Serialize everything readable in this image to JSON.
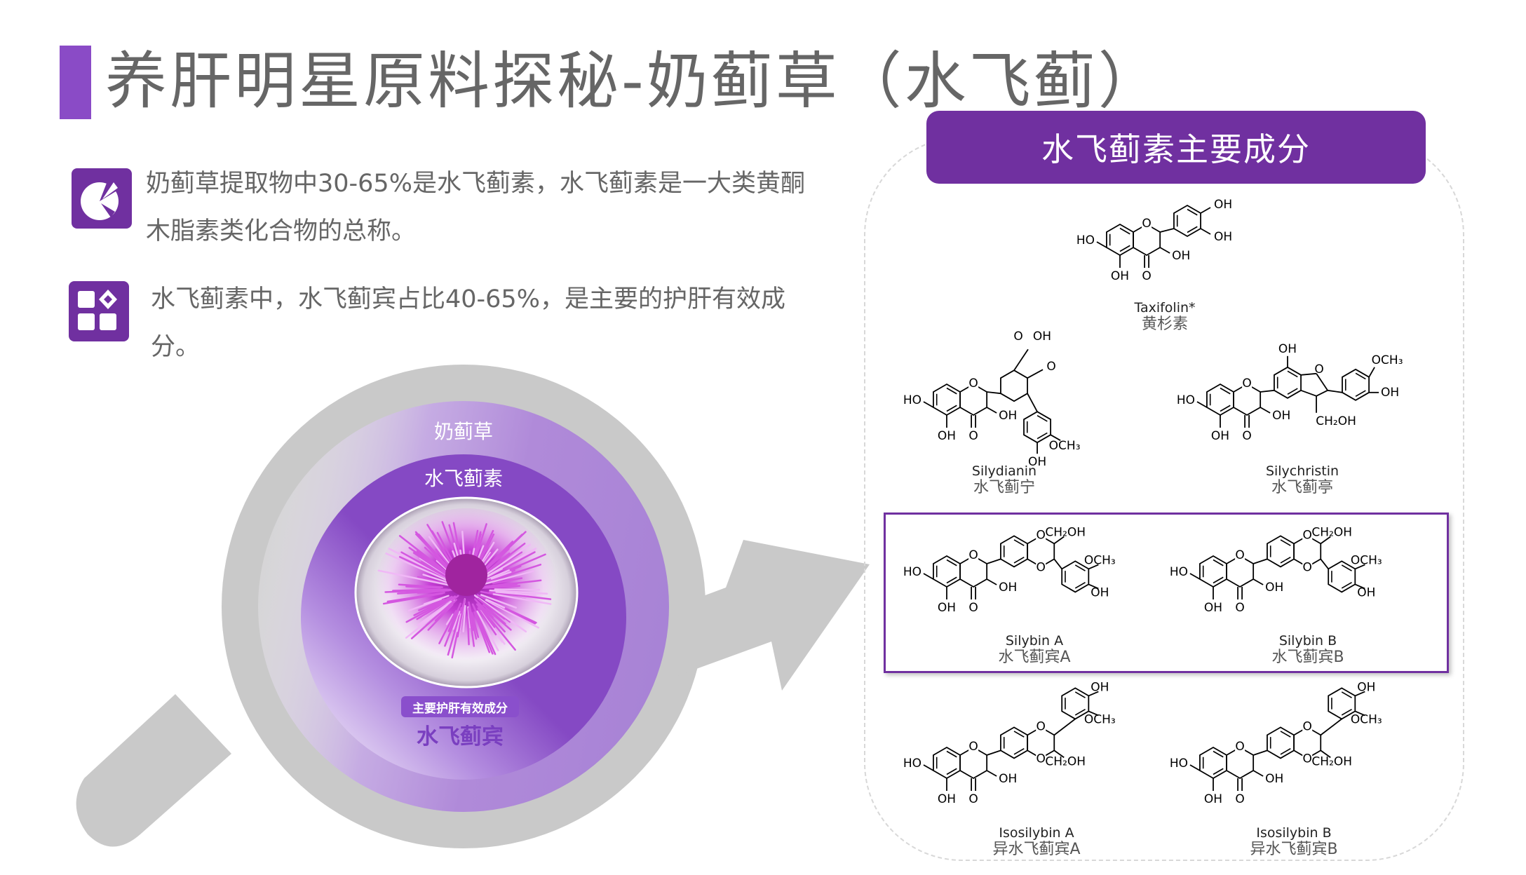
{
  "title": "养肝明星原料探秘-奶蓟草（水飞蓟）",
  "points": [
    {
      "icon": "pie-chart-icon",
      "text": "奶蓟草提取物中30-65%是水飞蓟素，水飞蓟素是一大类黄酮木脂素类化合物的总称。"
    },
    {
      "icon": "grid-icon",
      "text": "水飞蓟素中，水飞蓟宾占比40-65%，是主要的护肝有效成分。"
    }
  ],
  "diagram": {
    "outer_label": "奶蓟草",
    "middle_label": "水飞蓟素",
    "badge": "主要护肝有效成分",
    "core_label": "水飞蓟宾"
  },
  "panel": {
    "header": "水飞蓟素主要成分",
    "molecules": [
      {
        "name": "Taxifolin*",
        "cn": "黄杉素",
        "atoms": [
          "HO",
          "O",
          "OH",
          "O",
          "OH",
          "OH",
          "OH"
        ]
      },
      {
        "name": "Silydianin",
        "cn": "水飞蓟宁",
        "atoms": [
          "HO",
          "O",
          "OH",
          "O",
          "OH",
          "O",
          "OH",
          "O",
          "OCH₃",
          "OH"
        ]
      },
      {
        "name": "Silychristin",
        "cn": "水飞蓟亭",
        "atoms": [
          "HO",
          "O",
          "OH",
          "O",
          "OH",
          "OH",
          "O",
          "CH₂OH",
          "OCH₃",
          "OH"
        ]
      },
      {
        "name": "Silybin A",
        "cn": "水飞蓟宾A",
        "atoms": [
          "HO",
          "O",
          "OH",
          "O",
          "OH",
          "O",
          "O",
          "CH₂OH",
          "OCH₃",
          "OH"
        ]
      },
      {
        "name": "Silybin B",
        "cn": "水飞蓟宾B",
        "atoms": [
          "HO",
          "O",
          "OH",
          "O",
          "OH",
          "O",
          "O",
          "CH₂OH",
          "OCH₃",
          "OH"
        ]
      },
      {
        "name": "Isosilybin A",
        "cn": "异水飞蓟宾A",
        "atoms": [
          "HO",
          "O",
          "OH",
          "O",
          "OH",
          "O",
          "O",
          "CH₂OH",
          "OCH₃",
          "OH"
        ]
      },
      {
        "name": "Isosilybin B",
        "cn": "异水飞蓟宾B",
        "atoms": [
          "HO",
          "O",
          "OH",
          "O",
          "OH",
          "O",
          "O",
          "CH₂OH",
          "OCH₃",
          "OH"
        ]
      }
    ]
  },
  "colors": {
    "accent": "#7030a0",
    "title_bar": "#8a4bc6",
    "text": "#666666",
    "ring_gray": "#c9c9c9"
  }
}
